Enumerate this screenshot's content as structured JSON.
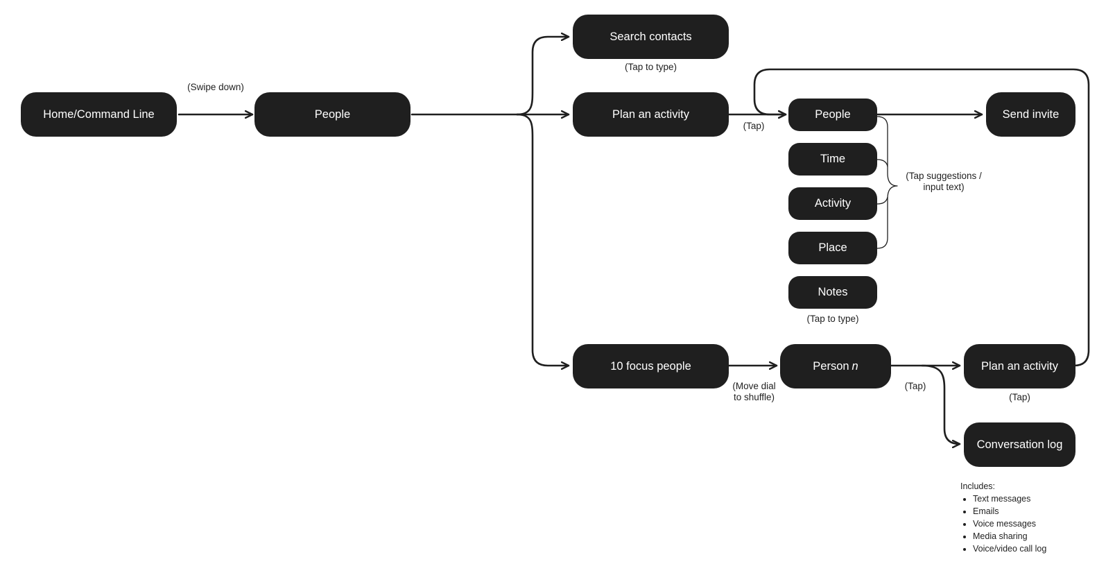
{
  "nodes": {
    "home": "Home/Command Line",
    "people": "People",
    "search_contacts": "Search contacts",
    "plan_activity": "Plan an activity",
    "focus_people": "10 focus people",
    "plan_people": "People",
    "plan_time": "Time",
    "plan_activity_field": "Activity",
    "plan_place": "Place",
    "plan_notes": "Notes",
    "send_invite": "Send invite",
    "person_n_prefix": "Person",
    "person_n_var": "n",
    "person_plan_activity": "Plan an activity",
    "conversation_log": "Conversation log"
  },
  "labels": {
    "swipe_down": "(Swipe down)",
    "tap_to_type_search": "(Tap to type)",
    "tap_plan": "(Tap)",
    "tap_suggestions_line1": "(Tap suggestions /",
    "tap_suggestions_line2": "input text)",
    "tap_to_type_notes": "(Tap to type)",
    "move_dial_line1": "(Move dial",
    "move_dial_line2": "to shuffle)",
    "tap_person": "(Tap)",
    "tap_plan_activity": "(Tap)"
  },
  "includes": {
    "heading": "Includes:",
    "items": [
      "Text messages",
      "Emails",
      "Voice messages",
      "Media sharing",
      "Voice/video call log"
    ]
  },
  "colors": {
    "node_fill": "#1f1f1f",
    "node_text": "#ffffff",
    "edge": "#1f1f1f"
  }
}
